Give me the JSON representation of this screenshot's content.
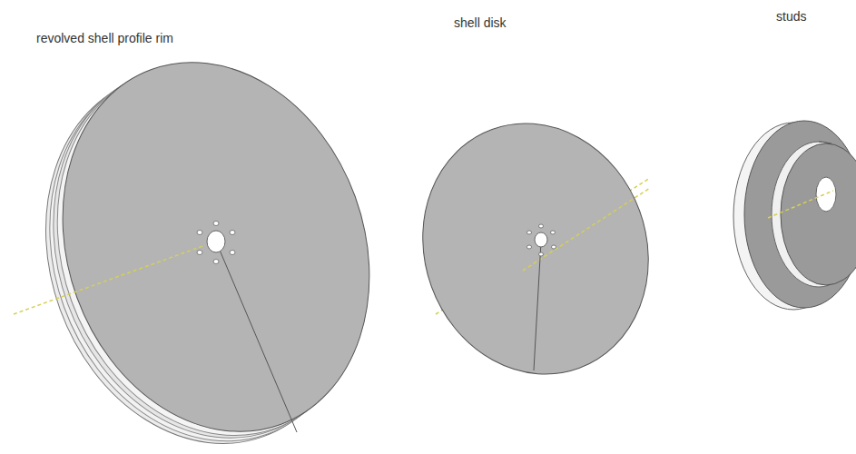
{
  "diagram": {
    "labels": [
      "revolved shell profile rim",
      "shell disk",
      "studs"
    ]
  }
}
